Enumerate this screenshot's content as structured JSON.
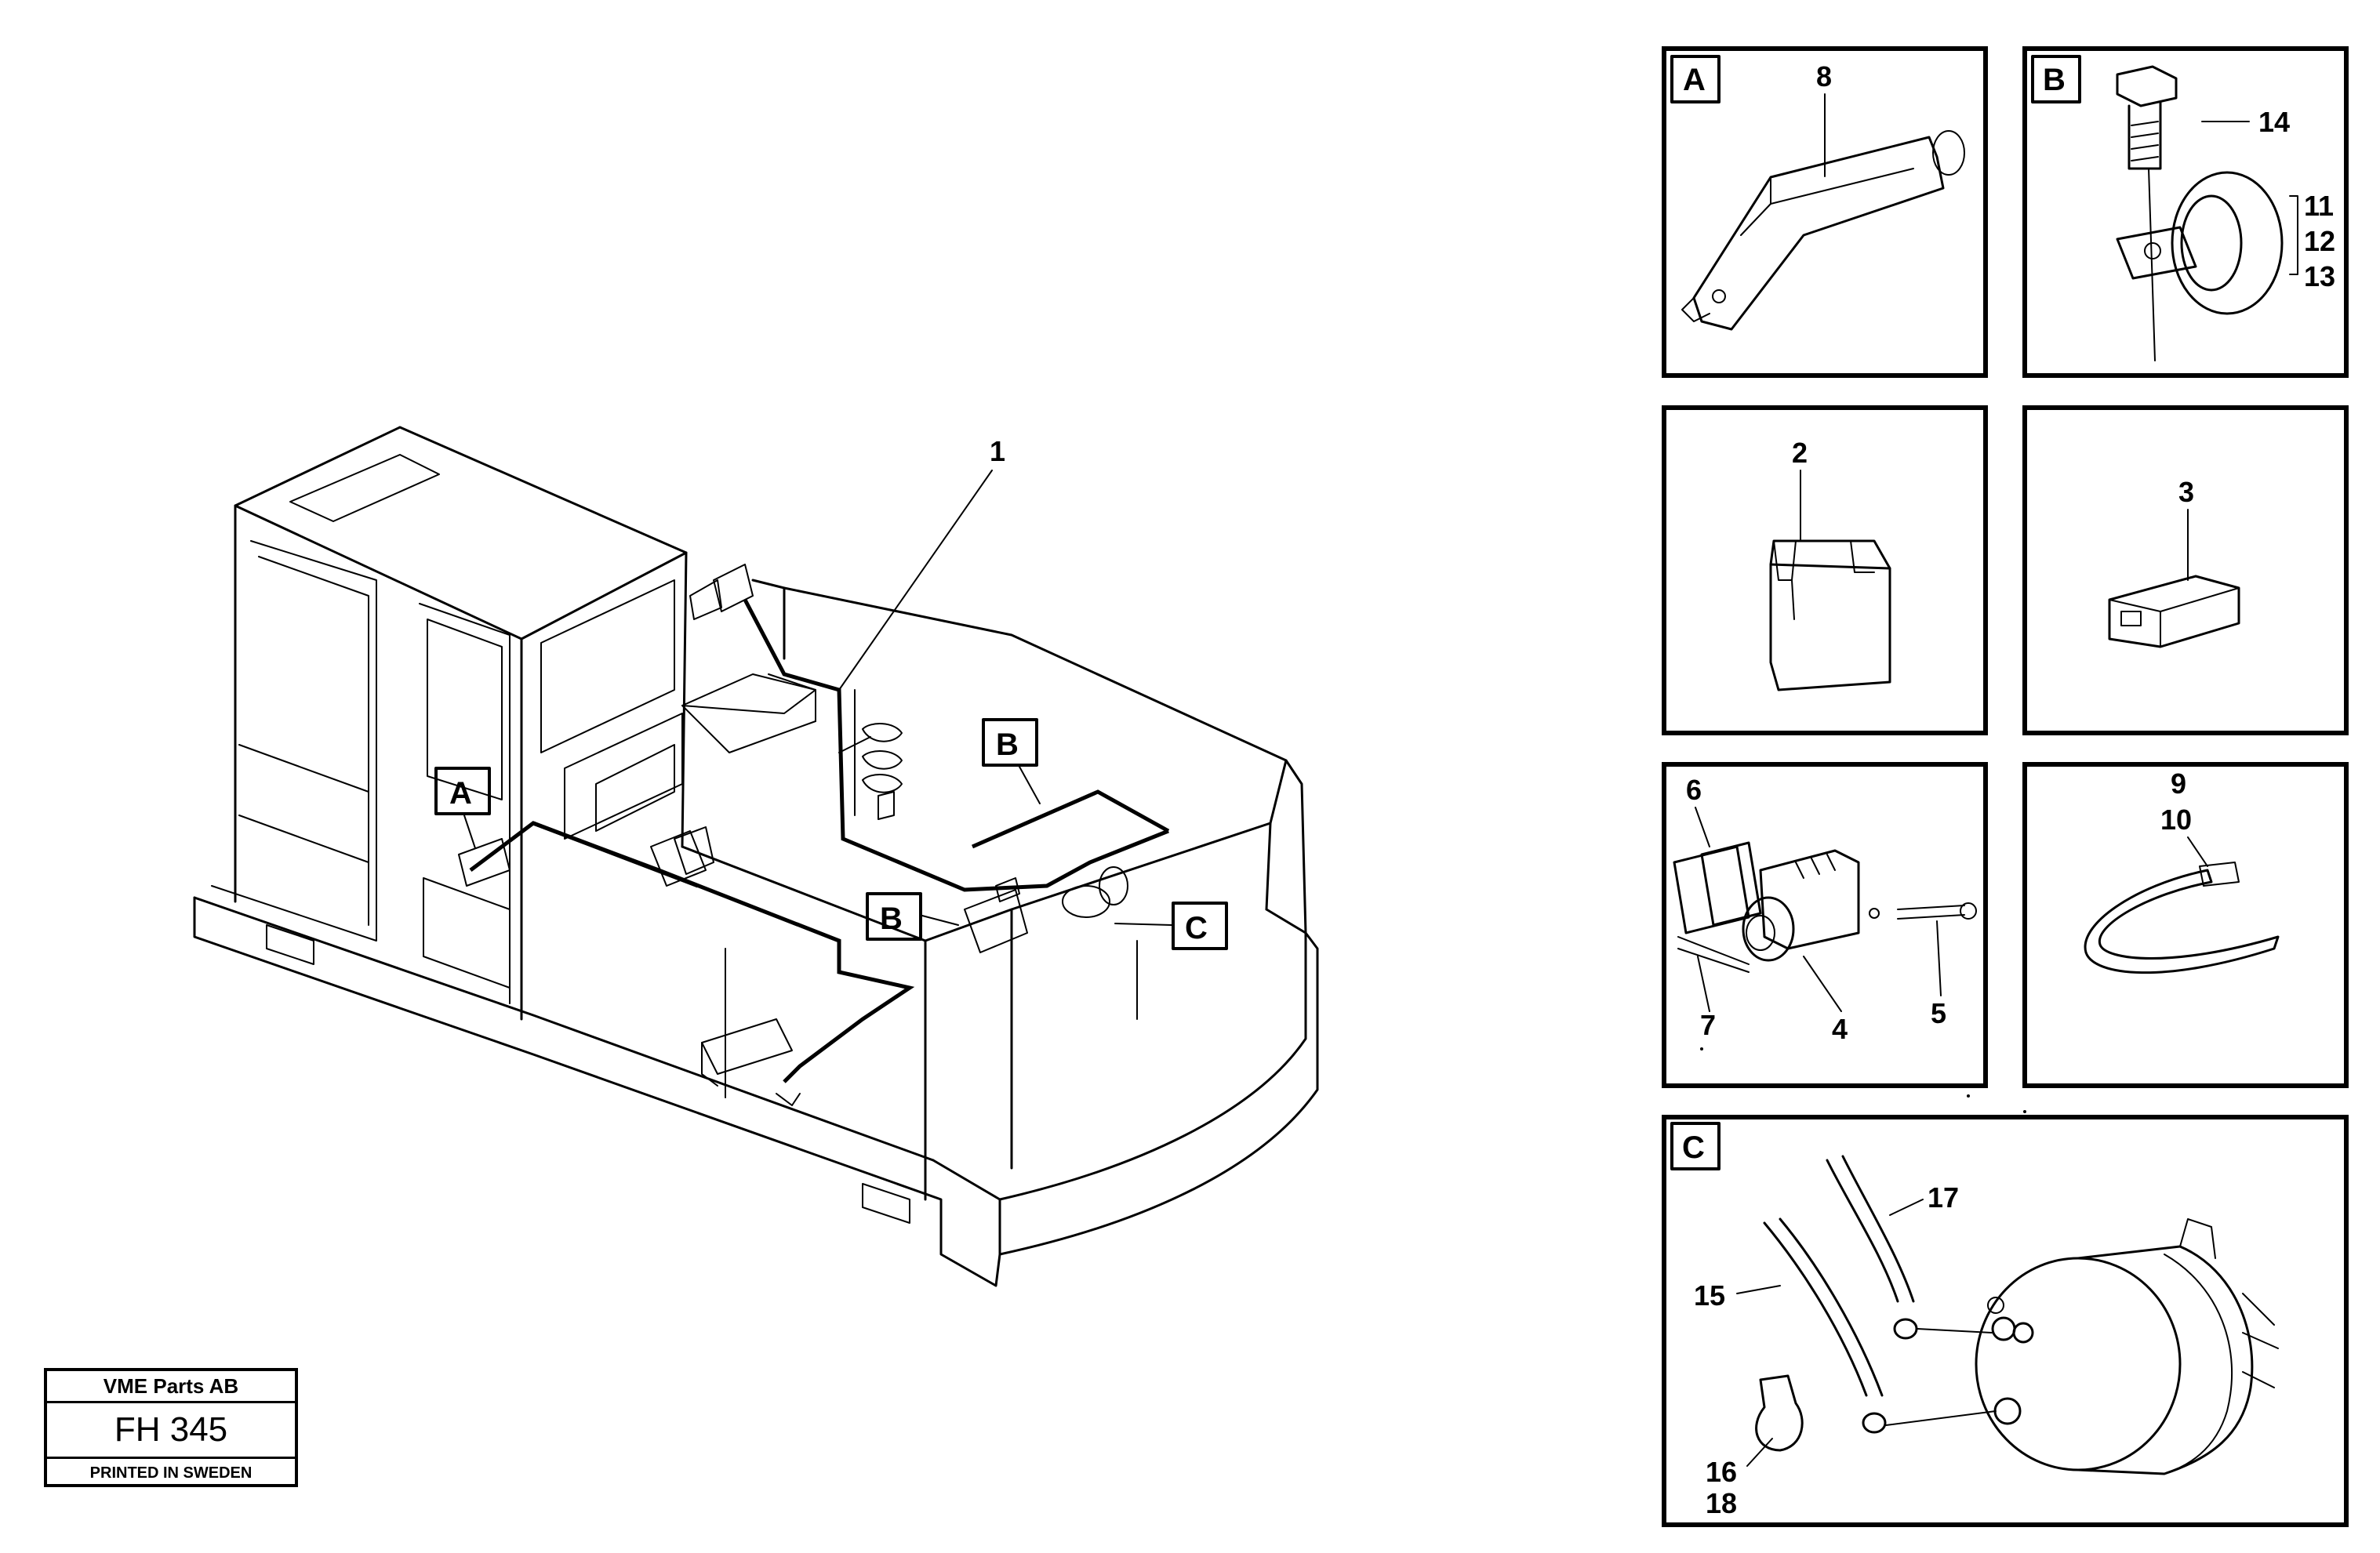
{
  "main_callout": "1",
  "view_labels": {
    "a": "A",
    "b": "B",
    "c": "C"
  },
  "panels": {
    "a": {
      "letter": "A",
      "callouts": [
        "8"
      ]
    },
    "b": {
      "letter": "B",
      "callouts": [
        "14",
        "11",
        "12",
        "13"
      ]
    },
    "relay": {
      "callouts": [
        "2"
      ]
    },
    "connector": {
      "callouts": [
        "3"
      ]
    },
    "switch": {
      "callouts": [
        "6",
        "7",
        "4",
        "5"
      ]
    },
    "strap": {
      "callouts": [
        "9",
        "10"
      ]
    },
    "c": {
      "letter": "C",
      "callouts": [
        "17",
        "15",
        "16",
        "18"
      ]
    }
  },
  "stamp": {
    "company": "VME Parts AB",
    "code": "FH 345",
    "printed": "PRINTED IN SWEDEN"
  }
}
